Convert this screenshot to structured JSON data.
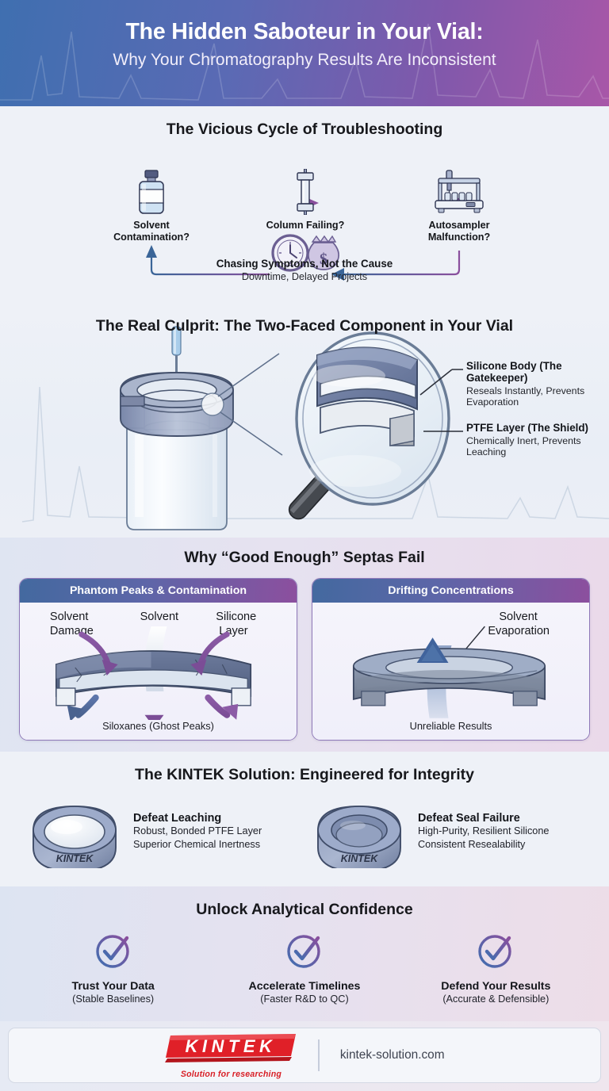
{
  "header": {
    "title": "The Hidden Saboteur in Your Vial:",
    "subtitle": "Why Your Chromatography Results Are Inconsistent",
    "gradient_from": "#3f6fb0",
    "gradient_to": "#a857a8"
  },
  "cycle": {
    "title": "The Vicious Cycle of Troubleshooting",
    "nodes": [
      {
        "icon": "solvent-bottle-icon",
        "label": "Solvent\nContamination?",
        "line1": "Solvent",
        "line2": "Contamination?"
      },
      {
        "icon": "hplc-column-icon",
        "label": "Column Failing?",
        "line1": "Column Failing?",
        "line2": ""
      },
      {
        "icon": "autosampler-icon",
        "label": "Autosampler\nMalfunction?",
        "line1": "Autosampler",
        "line2": "Malfunction?"
      }
    ],
    "center": {
      "icon": "clock-money-icon",
      "title": "Chasing Symptoms, Not the Cause",
      "subtitle": "Downtime, Delayed Projects"
    },
    "arrow_color_start": "#4d79ab",
    "arrow_color_end": "#8a4f9d"
  },
  "culprit": {
    "title": "The Real Culprit: The Two-Faced Component in Your Vial",
    "callouts": [
      {
        "title": "Silicone Body (The Gatekeeper)",
        "subtitle": "Reseals Instantly, Prevents Evaporation"
      },
      {
        "title": "PTFE Layer (The Shield)",
        "subtitle": "Chemically Inert, Prevents Leaching"
      }
    ],
    "art": {
      "vial_icon": "glass-vial-icon",
      "needle_icon": "syringe-needle-icon",
      "magnifier_icon": "magnifying-glass-icon"
    }
  },
  "fail": {
    "title": "Why “Good Enough” Septas Fail",
    "cards": [
      {
        "header": "Phantom Peaks & Contamination",
        "labels": [
          "Solvent\nDamage",
          "Solvent",
          "Silicone\nLayer"
        ],
        "label_a_l1": "Solvent",
        "label_a_l2": "Damage",
        "label_b": "Solvent",
        "label_c_l1": "Silicone",
        "label_c_l2": "Layer",
        "footer": "Siloxanes (Ghost Peaks)",
        "diagram_icon": "degraded-septum-icon"
      },
      {
        "header": "Drifting Concentrations",
        "label_a_l1": "Solvent",
        "label_a_l2": "Evaporation",
        "footer": "Unreliable Results",
        "diagram_icon": "evaporating-septum-icon"
      }
    ],
    "header_gradient_from": "#43699f",
    "header_gradient_to": "#8c4f9e"
  },
  "solution": {
    "title": "The KINTEK Solution: Engineered for Integrity",
    "items": [
      {
        "icon": "ptfe-septum-cap-icon",
        "brand_mark": "KINTEK",
        "title": "Defeat Leaching",
        "line1": "Robust, Bonded PTFE Layer",
        "line2": "Superior Chemical Inertness"
      },
      {
        "icon": "silicone-septum-cap-icon",
        "brand_mark": "KINTEK",
        "title": "Defeat Seal Failure",
        "line1": "High-Purity, Resilient Silicone",
        "line2": "Consistent Resealability"
      }
    ]
  },
  "confidence": {
    "title": "Unlock Analytical Confidence",
    "items": [
      {
        "icon": "check-circle-icon",
        "label": "Trust Your Data",
        "sub": "(Stable Baselines)"
      },
      {
        "icon": "check-circle-icon",
        "label": "Accelerate Timelines",
        "sub": "(Faster R&D to QC)"
      },
      {
        "icon": "check-circle-icon",
        "label": "Defend Your Results",
        "sub": "(Accurate & Defensible)"
      }
    ],
    "icon_gradient_from": "#3f6fb0",
    "icon_gradient_to": "#8a4f9d"
  },
  "footer": {
    "logo_text": "KINTEK",
    "logo_tagline": "Solution for researching",
    "logo_color": "#e02028",
    "url": "kintek-solution.com"
  }
}
